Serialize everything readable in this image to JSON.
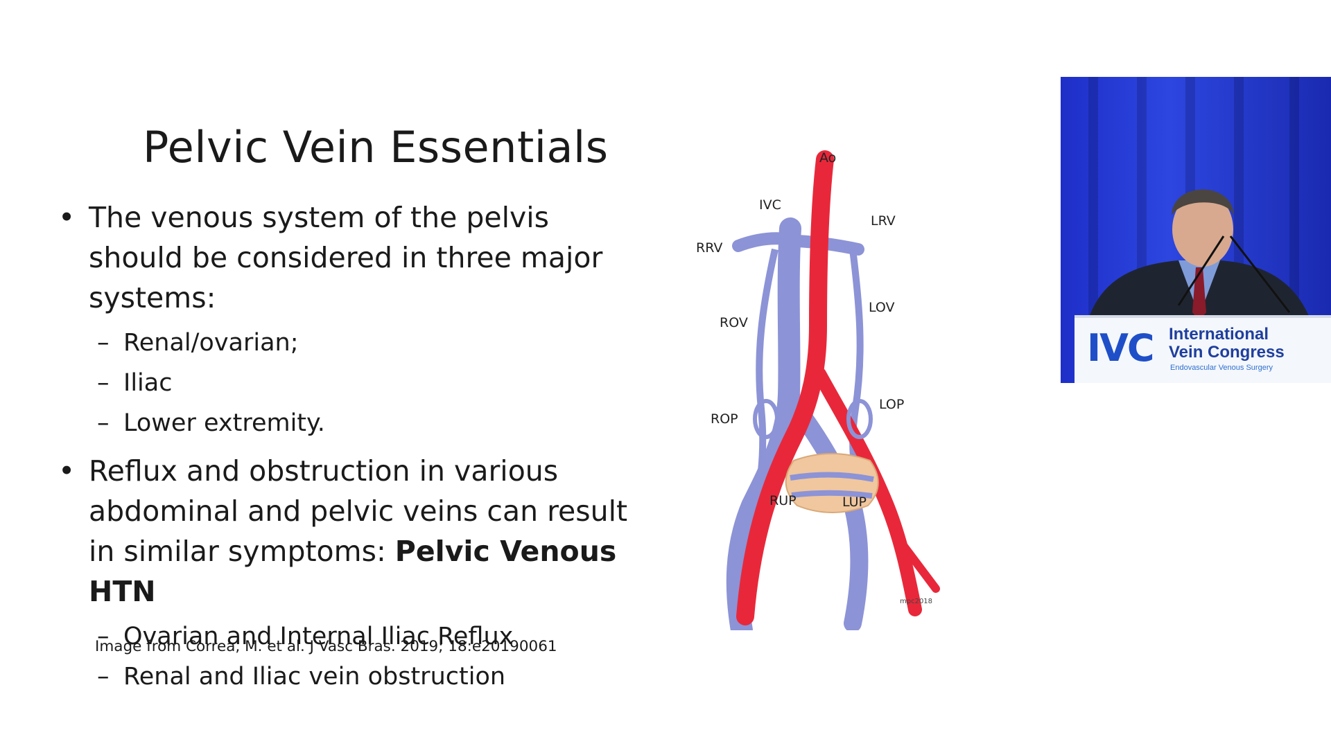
{
  "slide": {
    "title": "Pelvic Vein Essentials",
    "bullets": [
      {
        "text": "The venous system of the pelvis should be considered in three major systems:",
        "subs": [
          "Renal/ovarian;",
          "Iliac",
          "Lower extremity."
        ]
      },
      {
        "text_plain": "Reflux and obstruction in various abdominal and pelvic veins can result in similar symptoms: ",
        "text_bold": "Pelvic Venous HTN",
        "subs": [
          "Ovarian and Internal Iliac Reflux",
          "Renal and Iliac vein obstruction"
        ]
      }
    ],
    "bullet_glyph": "•",
    "sub_glyph": "–",
    "citation": "Image from Correa, M. et al. J Vasc Bras. 2019; 18:e20190061"
  },
  "diagram": {
    "labels": {
      "ao": "Ao",
      "ivc": "IVC",
      "lrv": "LRV",
      "rrv": "RRV",
      "rov": "ROV",
      "lov": "LOV",
      "rop": "ROP",
      "lop": "LOP",
      "rup": "RUP",
      "lup": "LUP",
      "credit": "mpc2018"
    },
    "colors": {
      "artery": "#e8283a",
      "vein": "#8c93d6",
      "uterus": "#f0c79e"
    }
  },
  "video": {
    "logo_mark": "IVC",
    "logo_line1": "International",
    "logo_line2": "Vein Congress",
    "logo_line3": "Endovascular Venous Surgery",
    "colors": {
      "backdrop": "#2d46e0",
      "logo": "#1f4fc8"
    }
  }
}
